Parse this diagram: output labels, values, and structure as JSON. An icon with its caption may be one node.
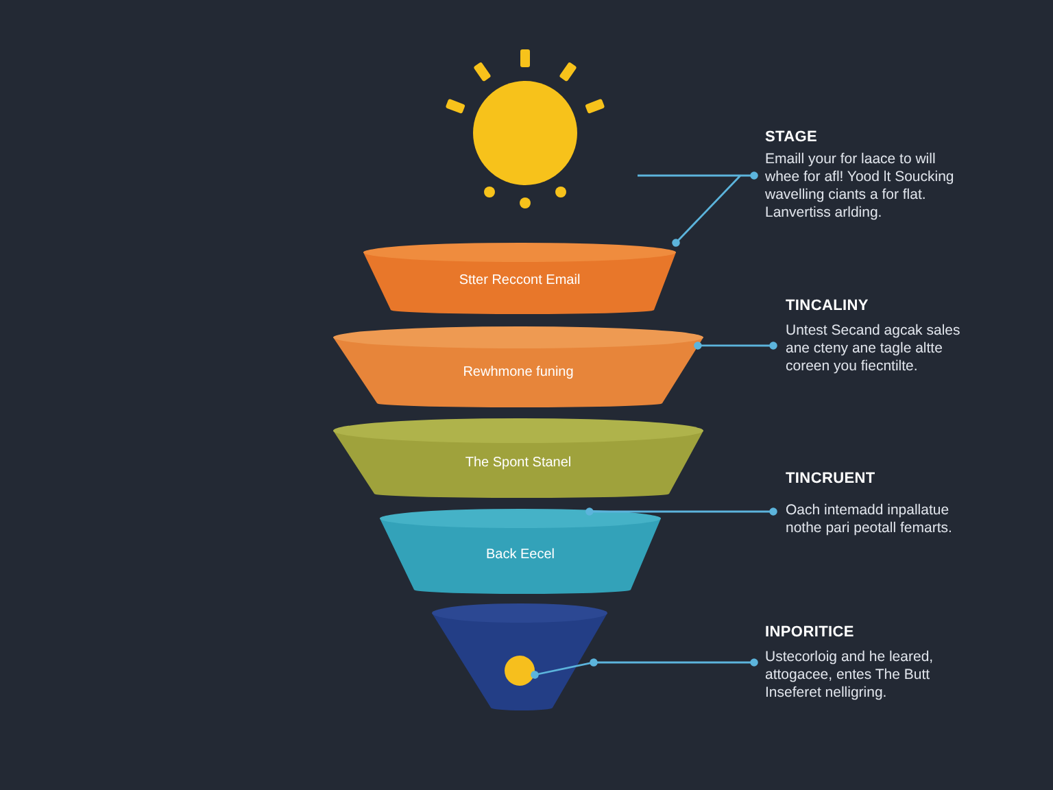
{
  "diagram": {
    "nodes": [
      {
        "text": [
          "Stter Reccont Email"
        ]
      },
      {
        "text": [
          "Rewhmone funing"
        ]
      },
      {
        "text": [
          "The Spont Stanel"
        ]
      },
      {
        "text": [
          "Back Eecel"
        ]
      },
      {
        "text": [],
        "shape": "trapezoid"
      },
      {
        "text": [],
        "shape": "circle",
        "in": 4
      },
      {
        "text": [
          "STAGE",
          "Emaill your for laace to will whee for afl! Yood lt Soucking wavelling ciants a for flat. Lanvertiss arlding."
        ]
      },
      {
        "text": [
          "TINCALINY",
          "Untest Secand agcak sales ane cteny ane tagle altte coreen you fiecntilte."
        ]
      },
      {
        "text": [
          "TINCRUENT",
          "Oach intemadd inpallatue nothe pari peotall femarts."
        ]
      },
      {
        "text": [
          "INPORITICE",
          "Ustecorloig and he leared, attogacee, entes The Butt Inseferet nelligring."
        ]
      }
    ],
    "edges": [
      {
        "from": 6,
        "to": 0,
        "arrow": "other"
      },
      {
        "from": 7,
        "to": 1,
        "arrow": "other"
      },
      {
        "from": 8,
        "to": 3,
        "arrow": "other"
      },
      {
        "from": 9,
        "to": 5,
        "arrow": "other"
      }
    ]
  }
}
